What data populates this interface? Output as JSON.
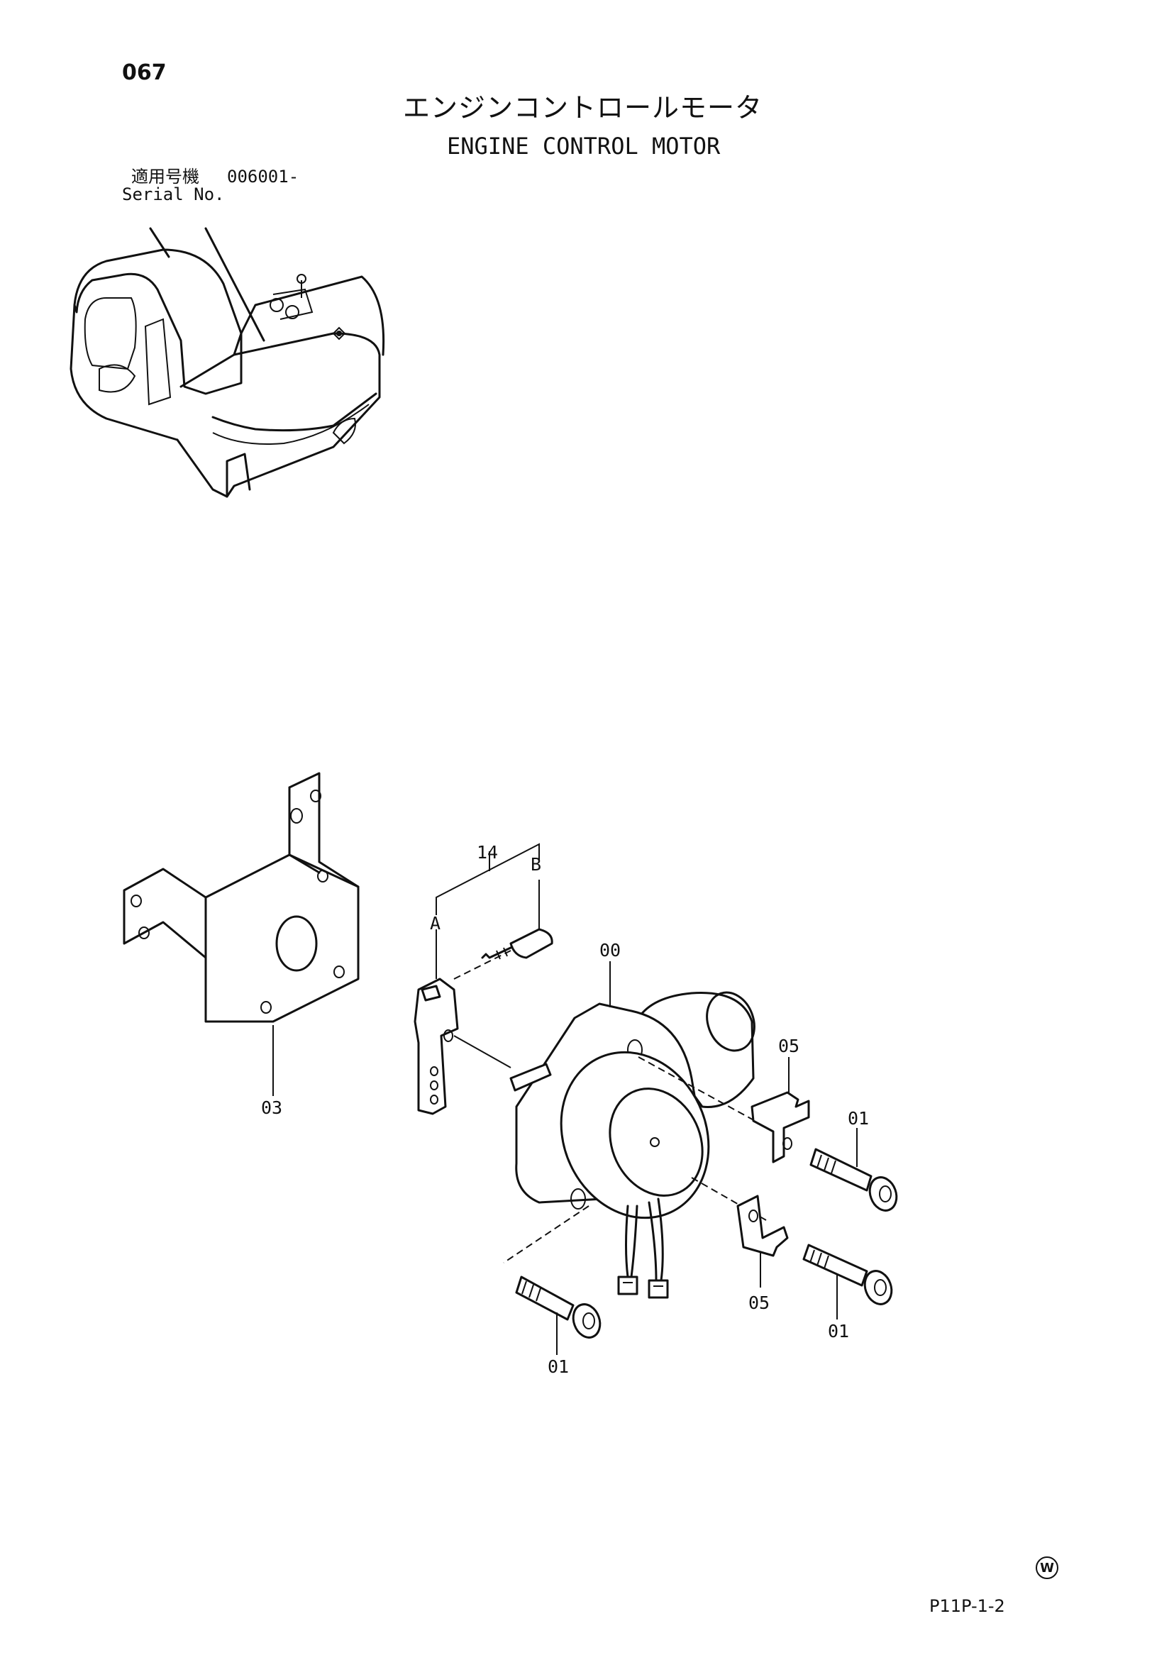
{
  "page_number": "067",
  "title": {
    "japanese": "エンジンコントロールモータ",
    "english": "ENGINE CONTROL MOTOR"
  },
  "serial": {
    "label_jp": "適用号機",
    "value": "006001-",
    "label_en": "Serial No."
  },
  "callouts": {
    "motor": "00",
    "bolt_right_top": "01",
    "bolt_right_bottom": "01",
    "bolt_left": "01",
    "bracket": "03",
    "clip_top": "05",
    "clip_bottom": "05",
    "linkage_set": "14",
    "linkage_a": "A",
    "linkage_b": "B"
  },
  "drawing_code": "P11P-1-2",
  "mark": "W"
}
